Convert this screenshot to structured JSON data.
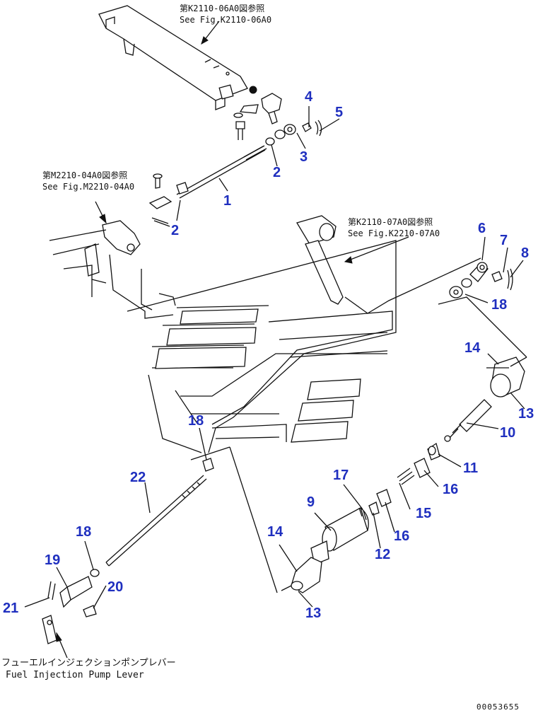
{
  "references": {
    "top": {
      "line1": "第K2110-06A0図参照",
      "line2": "See Fig.K2110-06A0"
    },
    "left": {
      "line1": "第M2210-04A0図参照",
      "line2": "See Fig.M2210-04A0"
    },
    "mid": {
      "line1": "第K2110-07A0図参照",
      "line2": "See Fig.K2210-07A0"
    }
  },
  "caption": {
    "jp": "フューエルインジェクションポンプレバー",
    "en": "Fuel Injection Pump Lever"
  },
  "drawing_code": "00053655",
  "part_labels": {
    "p1": "1",
    "p2a": "2",
    "p2b": "2",
    "p3": "3",
    "p4": "4",
    "p5": "5",
    "p6": "6",
    "p7": "7",
    "p8": "8",
    "p9": "9",
    "p10": "10",
    "p11": "11",
    "p12": "12",
    "p13a": "13",
    "p13b": "13",
    "p14a": "14",
    "p14b": "14",
    "p15": "15",
    "p16a": "16",
    "p16b": "16",
    "p17": "17",
    "p18a": "18",
    "p18b": "18",
    "p18c": "18",
    "p19": "19",
    "p20": "20",
    "p21": "21",
    "p22": "22"
  },
  "colors": {
    "label": "#1f2fbf",
    "line": "#111111"
  }
}
